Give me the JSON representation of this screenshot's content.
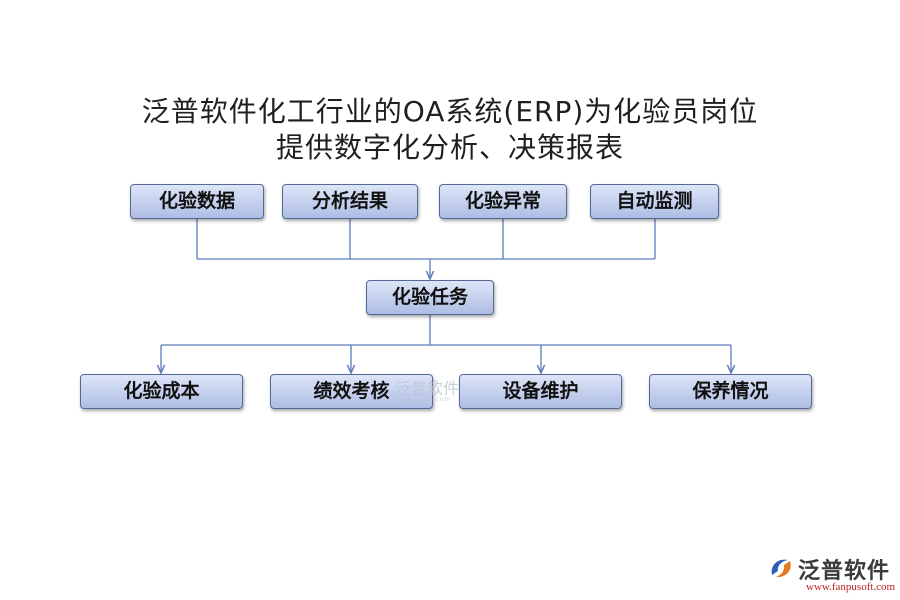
{
  "title": {
    "line1": "泛普软件化工行业的OA系统(ERP)为化验员岗位",
    "line2": "提供数字化分析、决策报表"
  },
  "inputs": [
    {
      "label": "化验数据"
    },
    {
      "label": "分析结果"
    },
    {
      "label": "化验异常"
    },
    {
      "label": "自动监测"
    }
  ],
  "center": {
    "label": "化验任务"
  },
  "outputs": [
    {
      "label": "化验成本"
    },
    {
      "label": "绩效考核"
    },
    {
      "label": "设备维护"
    },
    {
      "label": "保养情况"
    }
  ],
  "watermark": {
    "text": "泛普软件",
    "sub": "fanpusoft.com"
  },
  "brand": {
    "name": "泛普软件",
    "url": "www.fanpusoft.com"
  },
  "colors": {
    "box_border": "#56679a",
    "box_top": "#dde5f7",
    "box_bottom": "#aebde4",
    "connector": "#5b7bbd"
  }
}
